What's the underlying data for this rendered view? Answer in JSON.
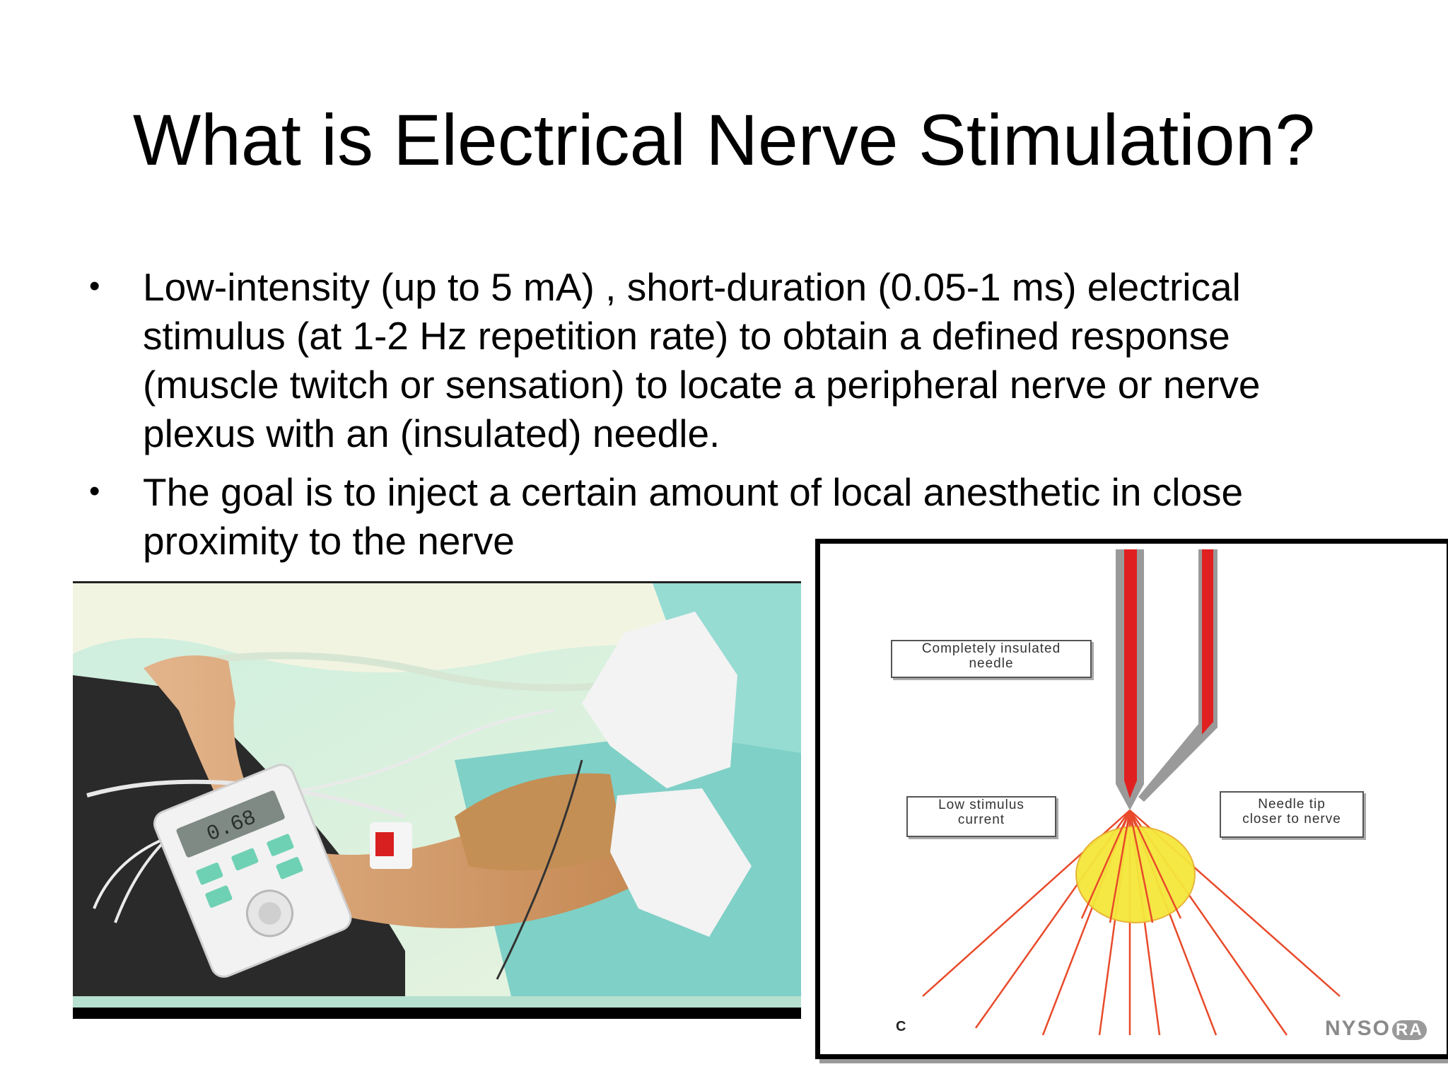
{
  "slide": {
    "title": "What is Electrical Nerve Stimulation?",
    "bullets": [
      "Low-intensity (up to 5 mA) , short-duration (0.05-1 ms) electrical stimulus (at 1-2 Hz repetition rate) to obtain a defined response (muscle twitch or sensation) to locate a peripheral nerve or nerve plexus with an (insulated) needle.",
      "The goal is to inject a certain amount of local anesthetic in close proximity to the nerve"
    ],
    "bullet_marker": "•"
  },
  "photo": {
    "device_display": "0.68"
  },
  "diagram": {
    "label_insulated": [
      "Completely insulated",
      "needle"
    ],
    "label_low_current": [
      "Low stimulus",
      "current"
    ],
    "label_needle_tip": [
      "Needle tip",
      "closer to nerve"
    ],
    "corner_letter": "C",
    "logo_text": "NYSO",
    "logo_badge": "RA",
    "colors": {
      "needle_red": "#e02020",
      "field_yellow": "#f5e63a",
      "ray_red": "#e84a2a"
    }
  }
}
